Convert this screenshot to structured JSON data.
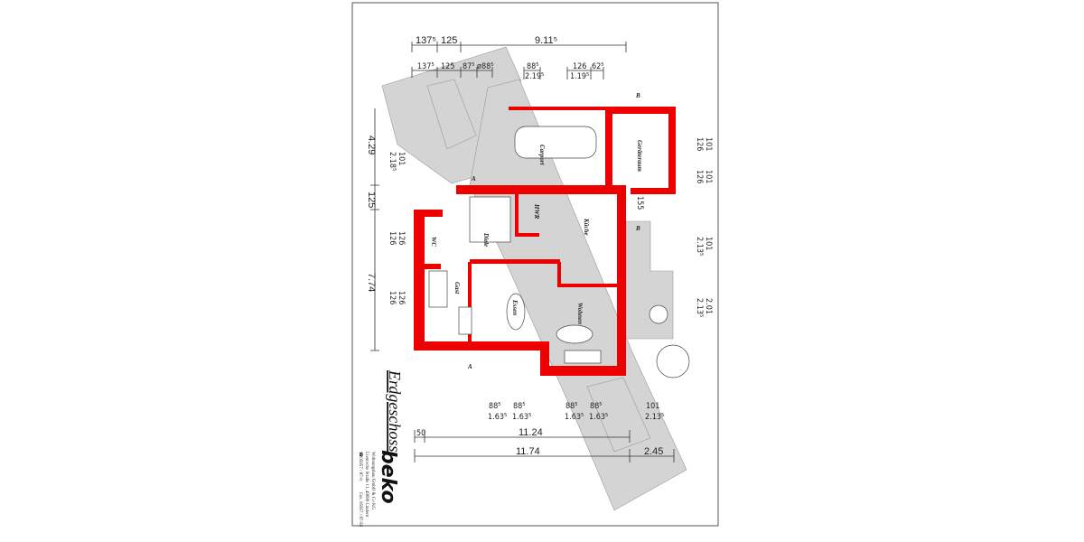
{
  "title": "Erdgeschoss",
  "logo": "beko",
  "company": {
    "name": "Wohnungsbau GmbH & Co KG",
    "address": "Lienroche Straße 11, 49699 Lindern",
    "phone": "☎05957 / 87-0",
    "fax": "Fax. 05957 / 87-50"
  },
  "colors": {
    "walls": "#ee0000",
    "paths": "#d4d4d4"
  },
  "rooms": {
    "carport": "Carport",
    "geraeteraum": "Geräteraum",
    "wc": "WC",
    "diele": "Diele",
    "hwr": "HWR",
    "kueche": "Küche",
    "gast": "Gast",
    "essen": "Essen",
    "wohnen": "Wohnen"
  },
  "section_marks": {
    "a": "A",
    "b": "B"
  },
  "dimensions": {
    "top_outer": [
      "137⁵",
      "125",
      "9.11⁵"
    ],
    "top_inner": [
      "137⁵",
      "125",
      "87⁵",
      "ø88⁵"
    ],
    "top_window_1": {
      "width": "88⁵",
      "height": "2.19⁵"
    },
    "top_window_2": {
      "width": "126",
      "height": "1.19⁵",
      "extra": "62⁵"
    },
    "left_outer": [
      "4.29",
      "125",
      "7.74"
    ],
    "left_windows": [
      {
        "width": "101",
        "height": "2.18⁵"
      },
      {
        "width": "126",
        "height": "126"
      },
      {
        "width": "126",
        "height": "126"
      }
    ],
    "right_windows": [
      {
        "width": "101",
        "height": "126"
      },
      {
        "width": "101",
        "height": "126"
      },
      {
        "width": "101",
        "height": "2.13⁵"
      },
      {
        "width": "2.01",
        "height": "2.13⁵"
      }
    ],
    "bottom_windows": [
      {
        "width": "88⁵",
        "height": "1.63⁵"
      },
      {
        "width": "88⁵",
        "height": "1.63⁵"
      },
      {
        "width": "88⁵",
        "height": "1.63⁵"
      },
      {
        "width": "88⁵",
        "height": "1.63⁵"
      },
      {
        "width": "101",
        "height": "2.13⁵"
      }
    ],
    "bottom_inner": [
      "50",
      "11.24"
    ],
    "bottom_outer": [
      "11.74",
      "2.45"
    ],
    "geraeteraum_door": "155"
  }
}
